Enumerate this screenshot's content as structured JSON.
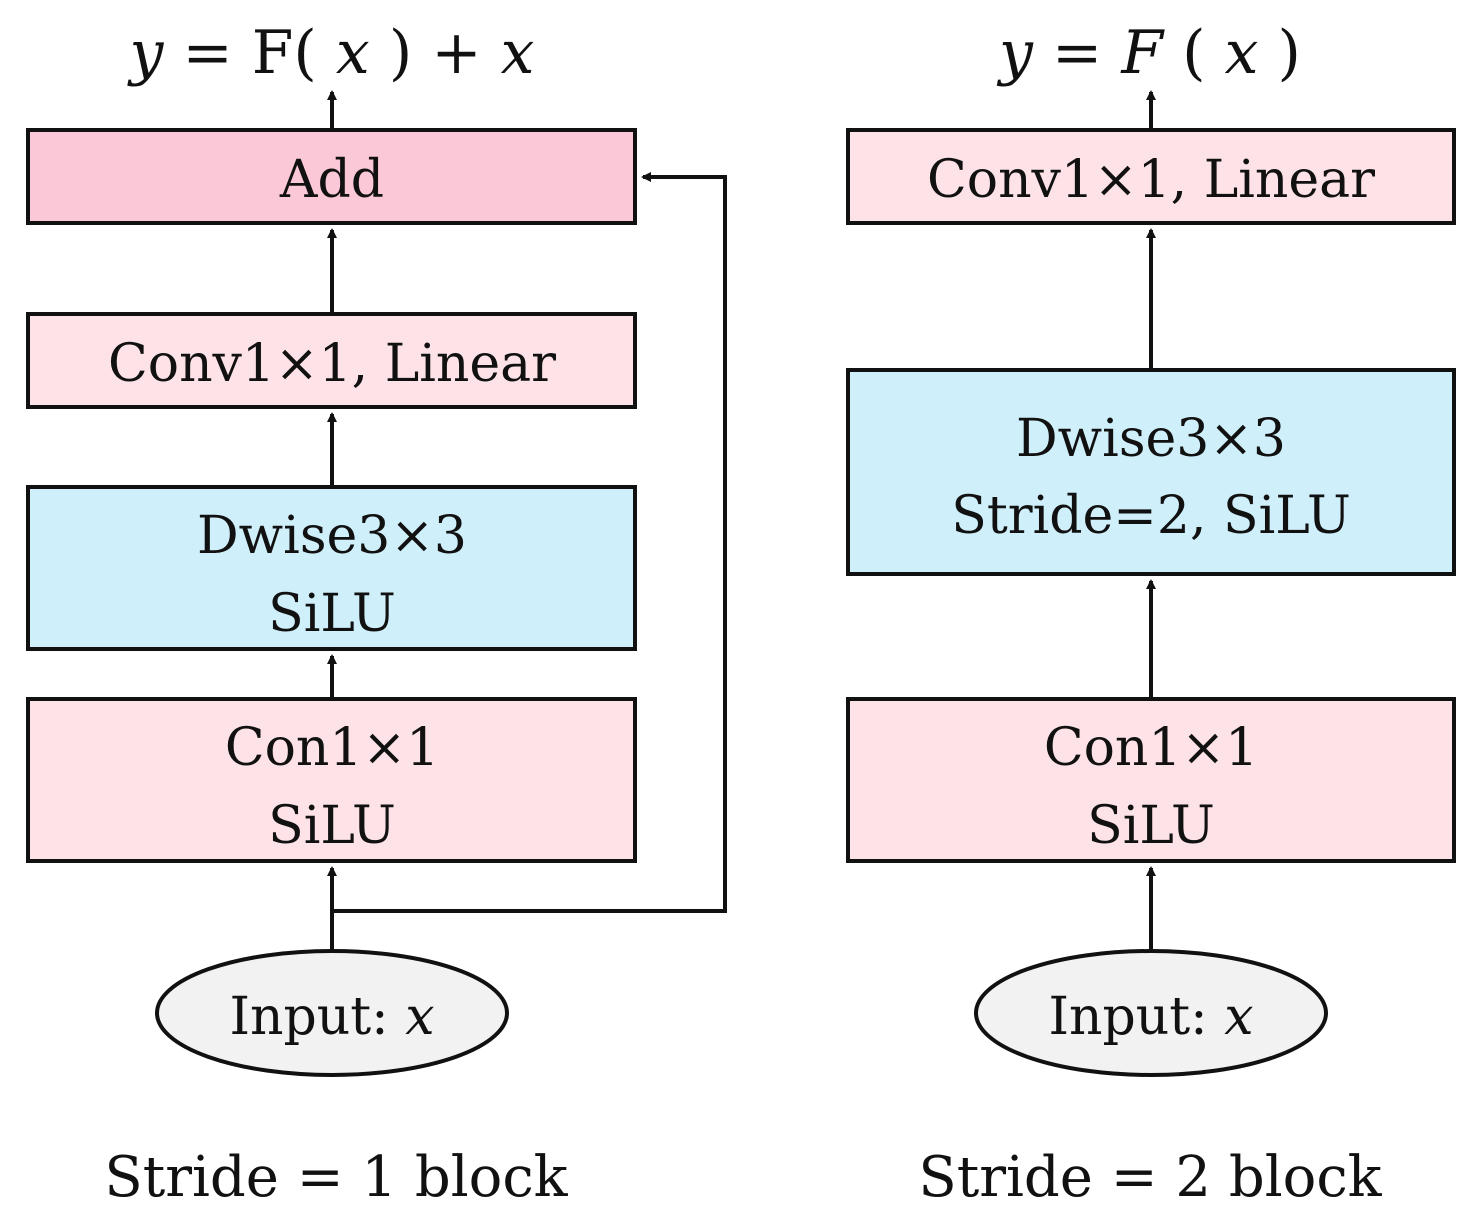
{
  "colors": {
    "add_fill": "#fbc8d7",
    "conv_fill": "#fde3e7",
    "dwise_fill": "#cff0fb",
    "input_fill": "#f2f2f2",
    "stroke": "#111111"
  },
  "left_block": {
    "formula": {
      "y": "y",
      "eq_f": "= F(",
      "x1": "x",
      "close_plus": ") + ",
      "x2": "x"
    },
    "add_label": "Add",
    "linear_label": "Conv1×1, Linear",
    "dwise_line1": "Dwise3×3",
    "dwise_line2": "SiLU",
    "conv_line1": "Con1×1",
    "conv_line2": "SiLU",
    "input_prefix": "Input: ",
    "input_var": "x",
    "caption": "Stride = 1 block"
  },
  "right_block": {
    "formula": {
      "y": "y",
      "eq": "= ",
      "f": "F",
      "open": "(",
      "x": "x",
      "close": ")"
    },
    "linear_label": "Conv1×1, Linear",
    "dwise_line1": "Dwise3×3",
    "dwise_line2": "Stride=2, SiLU",
    "conv_line1": "Con1×1",
    "conv_line2": "SiLU",
    "input_prefix": "Input: ",
    "input_var": "x",
    "caption": "Stride = 2 block"
  }
}
